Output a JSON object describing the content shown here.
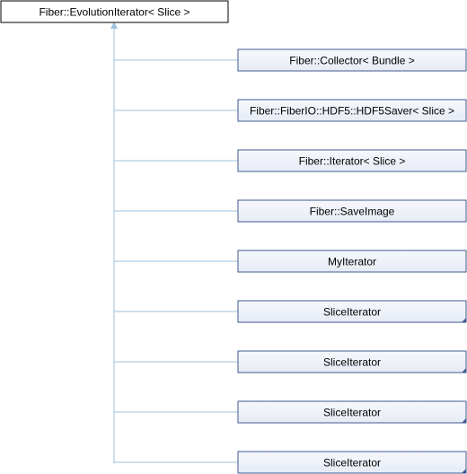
{
  "diagram": {
    "type": "class-inheritance",
    "base": {
      "label": "Fiber::EvolutionIterator< Slice >",
      "fill": "#ffffff",
      "border": "#000000"
    },
    "derived": [
      {
        "label": "Fiber::Collector< Bundle >",
        "truncated": false
      },
      {
        "label": "Fiber::FiberIO::HDF5::HDF5Saver< Slice >",
        "truncated": false
      },
      {
        "label": "Fiber::Iterator< Slice >",
        "truncated": false
      },
      {
        "label": "Fiber::SaveImage",
        "truncated": false
      },
      {
        "label": "MyIterator",
        "truncated": false
      },
      {
        "label": "SliceIterator",
        "truncated": true
      },
      {
        "label": "SliceIterator",
        "truncated": true
      },
      {
        "label": "SliceIterator",
        "truncated": true
      },
      {
        "label": "SliceIterator",
        "truncated": true
      }
    ],
    "colors": {
      "derived_fill_top": "#f6f8fc",
      "derived_fill_bottom": "#e6ebf5",
      "derived_border": "#3f5a91",
      "edge": "#9ec2dd",
      "arrowhead": "#9ec2dd"
    }
  }
}
